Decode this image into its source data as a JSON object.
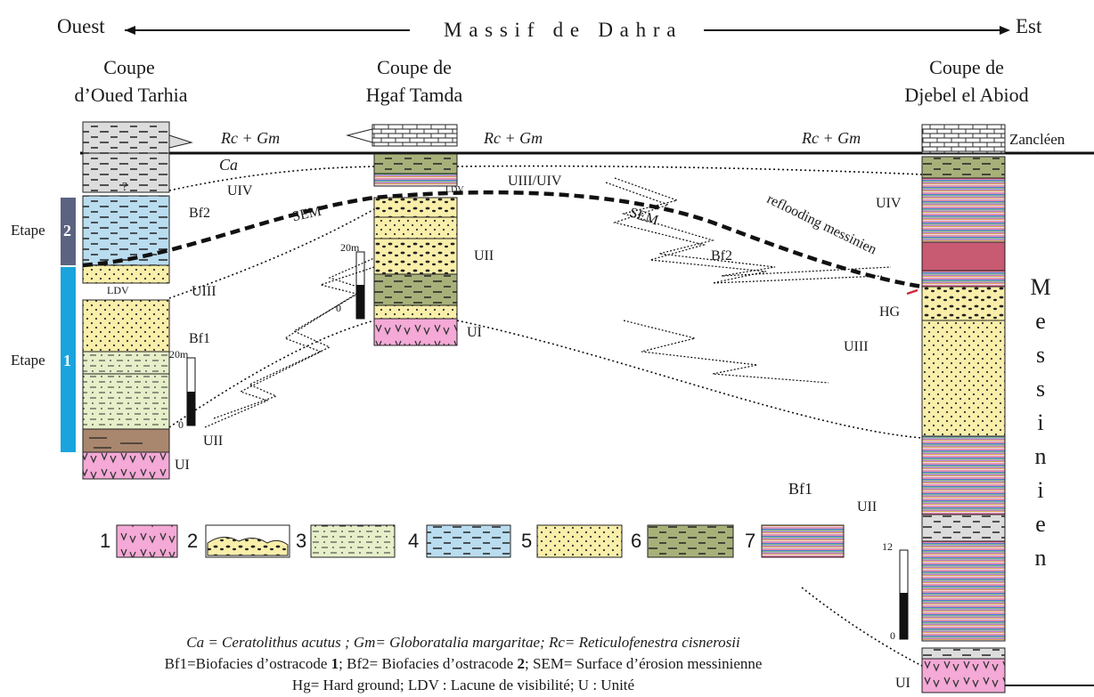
{
  "header": {
    "west": "Ouest",
    "east": "Est",
    "massif": "M a s s i f   d e   D a h r a"
  },
  "columns": {
    "oued_tarhia": {
      "title_l1": "Coupe",
      "title_l2": "d’Oued Tarhia"
    },
    "hgaf_tamda": {
      "title_l1": "Coupe de",
      "title_l2": "Hgaf Tamda"
    },
    "djebel_abiod": {
      "title_l1": "Coupe de",
      "title_l2": "Djebel el Abiod"
    }
  },
  "labels": {
    "rc_gm": "Rc + Gm",
    "ca": "Ca",
    "zancleen": "Zancléen",
    "q": "?",
    "ldv": "LDV",
    "uiv": "UIV",
    "uiii": "UIII",
    "uii": "UII",
    "ui": "UI",
    "uiii_uiv": "UIII/UIV",
    "sem": "SEM",
    "bf1": "Bf1",
    "bf2": "Bf2",
    "hg": "HG",
    "reflooding": "reflooding messinien",
    "etape": "Etape",
    "etape1": "1",
    "etape2": "2",
    "scale20": "20m",
    "scale0": "0",
    "scale12": "12",
    "messinien": [
      "M",
      "e",
      "s",
      "s",
      "i",
      "n",
      "i",
      "e",
      "n"
    ]
  },
  "legend": [
    "1",
    "2",
    "3",
    "4",
    "5",
    "6",
    "7"
  ],
  "caption": {
    "line1": "Ca = Ceratolithus acutus ; Gm= Globoratalia margaritae; Rc= Reticulofenestra cisnerosii",
    "line2_a": "Bf1=Biofacies d’ostracode ",
    "line2_b": "1",
    "line2_c": "; Bf2= Biofacies d’ostracode ",
    "line2_d": "2",
    "line2_e": "; SEM= Surface d’érosion messinienne",
    "line3": "Hg= Hard ground; LDV : Lacune de visibilité; U : Unité"
  },
  "colors": {
    "pink": "#f4a9d6",
    "blue_light": "#b9dcef",
    "yellow": "#f9efaa",
    "green_light": "#e6efc9",
    "olive": "#a8b07a",
    "grey": "#dadada",
    "brown": "#a9876e",
    "etape1": "#1aa4de",
    "etape2": "#5b6380",
    "red_band": "#c85a72"
  }
}
